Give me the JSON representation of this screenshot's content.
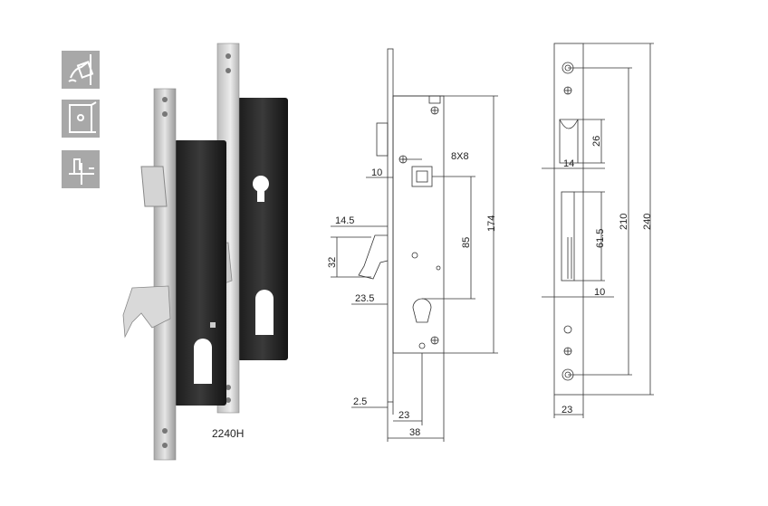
{
  "product": {
    "model": "2240H"
  },
  "icons": [
    {
      "name": "key-turn-icon"
    },
    {
      "name": "door-cylinder-icon"
    },
    {
      "name": "hook-latch-icon"
    }
  ],
  "dimensions": {
    "side_view": {
      "square": "8X8",
      "backset_latch": "10",
      "hook_projection": "14.5",
      "hook_height": "32",
      "hook_width": "23.5",
      "centre_distance": "85",
      "case_height": "174",
      "faceplate_thickness": "2.5",
      "backset": "23",
      "overall_depth": "38"
    },
    "front_view": {
      "upper_slot_height": "26",
      "upper_slot_width": "14",
      "lower_slot_height": "61.5",
      "lower_slot_width": "10",
      "hole_spacing": "210",
      "faceplate_length": "240",
      "faceplate_width": "23"
    }
  }
}
